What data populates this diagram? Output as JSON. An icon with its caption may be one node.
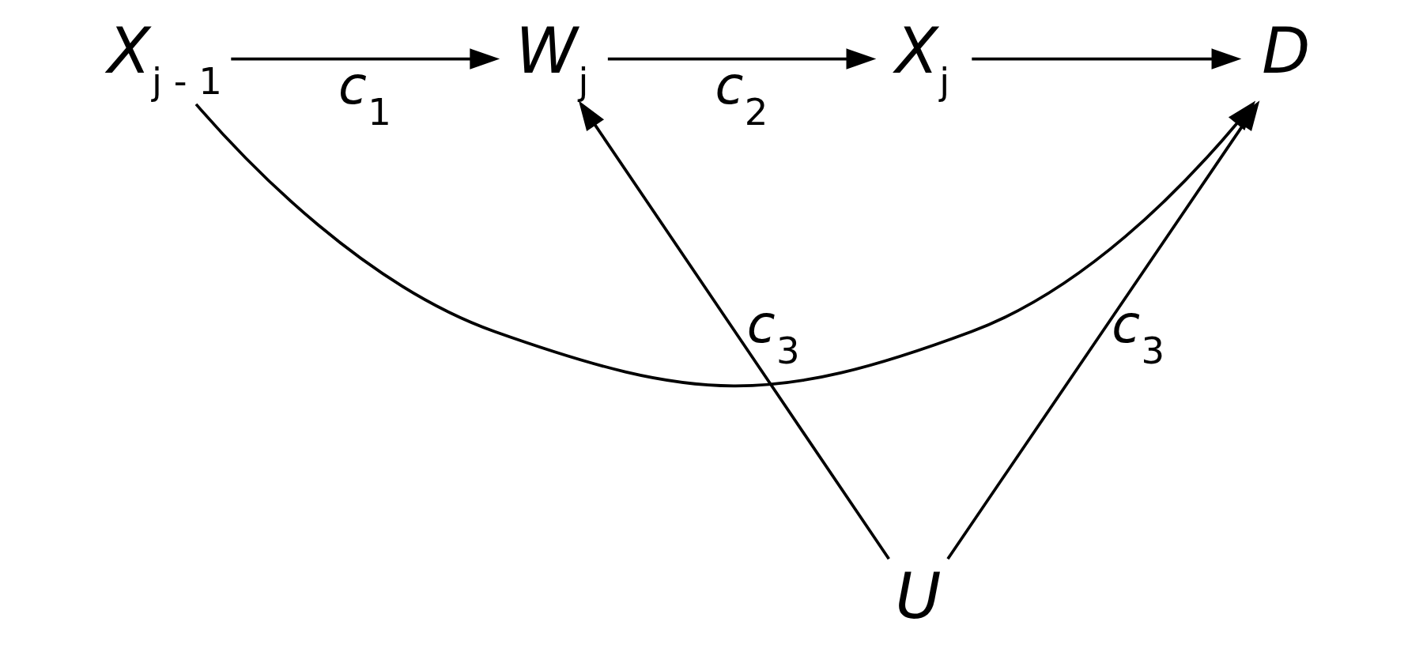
{
  "diagram": {
    "nodes": [
      {
        "text": [
          "X$_{j - 1}$"
        ]
      },
      {
        "text": [
          "W$_{j}$"
        ]
      },
      {
        "text": [
          "X$_{j}$"
        ]
      },
      {
        "text": [
          "D"
        ]
      },
      {
        "text": [
          "U"
        ]
      }
    ],
    "edges": [
      {
        "from": 0,
        "to": 1,
        "arrow": "to",
        "label": "c$_{1}$"
      },
      {
        "from": 1,
        "to": 2,
        "arrow": "to",
        "label": "c$_{2}$"
      },
      {
        "from": 2,
        "to": 3,
        "arrow": "to"
      },
      {
        "from": 4,
        "to": 1,
        "arrow": "to",
        "label": "c$_{3}$"
      },
      {
        "from": 4,
        "to": 3,
        "arrow": "to",
        "label": "c$_{3}$"
      },
      {
        "from": 0,
        "to": 3,
        "arrow": "to"
      }
    ]
  }
}
